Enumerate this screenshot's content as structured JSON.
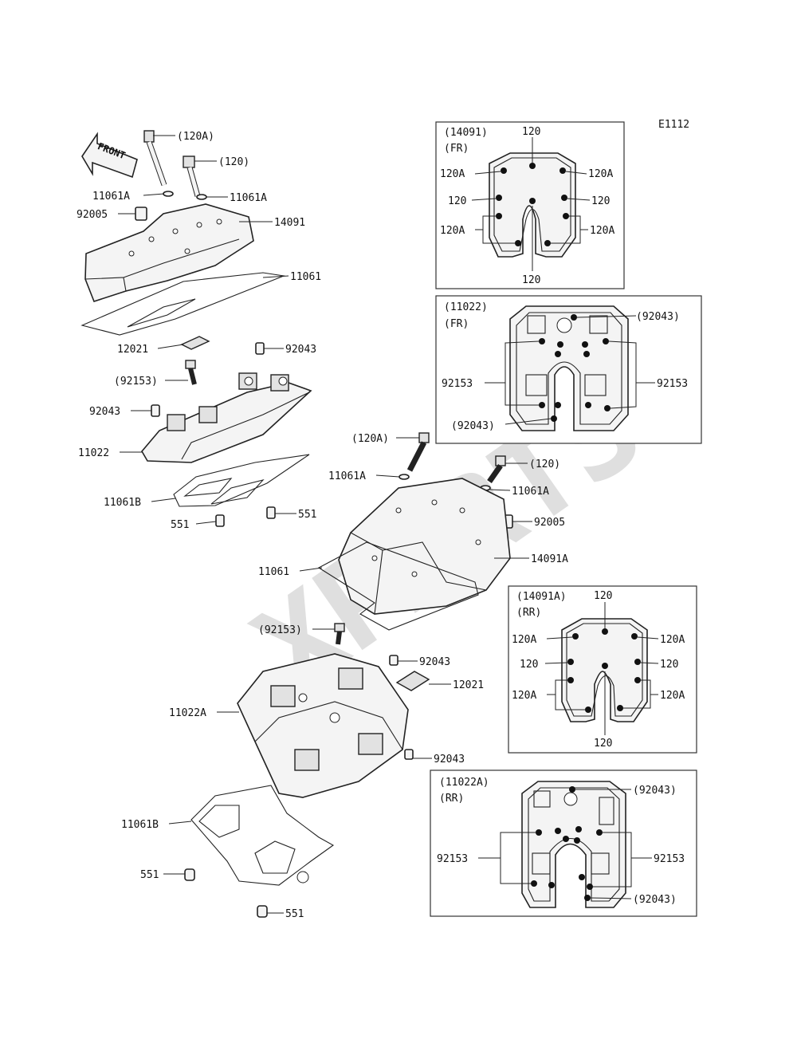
{
  "diagram_code": "E1112",
  "front_arrow": {
    "label": "FRONT"
  },
  "callouts": {
    "bolt_120A_top": "(120A)",
    "bolt_120_top": "(120)",
    "washer_11061A_left": "11061A",
    "washer_11061A_right": "11061A",
    "collar_92005": "92005",
    "cover_14091": "14091",
    "gasket_11061": "11061",
    "cap_12021": "12021",
    "bolt_92153_paren": "(92153)",
    "pin_92043_top": "92043",
    "pin_92043_left": "92043",
    "head_11022": "11022",
    "gasket_11061B": "11061B",
    "dowel_551_left": "551",
    "dowel_551_right": "551",
    "bolt_120A_mid": "(120A)",
    "bolt_120_mid": "(120)",
    "washer_11061A_mid_left": "11061A",
    "washer_11061A_mid_right": "11061A",
    "collar_92005_mid": "92005",
    "cover_14091A": "14091A",
    "gasket_11061_mid": "11061",
    "bolt_92153_rr": "(92153)",
    "pin_92043_rr_top": "92043",
    "cap_12021_rr": "12021",
    "head_11022A": "11022A",
    "pin_92043_rr_low": "92043",
    "gasket_11061B_rr": "11061B",
    "dowel_551_rr_left": "551",
    "dowel_551_rr_bottom": "551"
  },
  "inset_14091_fr": {
    "title": "(14091)",
    "sub": "(FR)",
    "labels": [
      "120",
      "120A",
      "120A",
      "120",
      "120",
      "120A",
      "120A",
      "120"
    ]
  },
  "inset_11022_fr": {
    "title": "(11022)",
    "sub": "(FR)",
    "labels": [
      "(92043)",
      "92153",
      "92153",
      "(92043)"
    ]
  },
  "inset_14091a_rr": {
    "title": "(14091A)",
    "sub": "(RR)",
    "labels": [
      "120",
      "120A",
      "120A",
      "120",
      "120",
      "120A",
      "120A",
      "120"
    ]
  },
  "inset_11022a_rr": {
    "title": "(11022A)",
    "sub": "(RR)",
    "labels": [
      "(92043)",
      "92153",
      "92153",
      "(92043)"
    ]
  }
}
